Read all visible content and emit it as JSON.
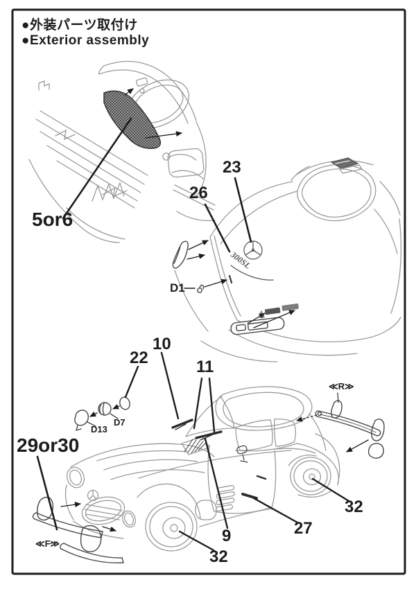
{
  "page": {
    "title_jp": "●外装パーツ取付け",
    "title_en": "●Exterior assembly"
  },
  "figures": {
    "engine_bay": {
      "grille_label": "5or6"
    },
    "rear_deck": {
      "star_label": "23",
      "badge_label": "26",
      "clip_label": "D1",
      "badge_text": "300SL"
    },
    "car_side": {
      "wiper_left_label": "10",
      "wiper_right_label": "11",
      "mirror_glass_label": "22",
      "mirror_body_label": "D7",
      "mirror_housing_label": "D13",
      "front_bumper_label": "29or30",
      "front_bumper_marker": "≪F≫",
      "rear_bumper_marker": "≪R≫",
      "cowl_trim_label": "9",
      "sill_trim_label": "27",
      "front_hubcap_label": "32",
      "rear_hubcap_label": "32"
    }
  },
  "colors": {
    "ink": "#1c1c1c",
    "body_line": "#9a9a9a",
    "part_line": "#474747",
    "paper": "#ffffff"
  }
}
